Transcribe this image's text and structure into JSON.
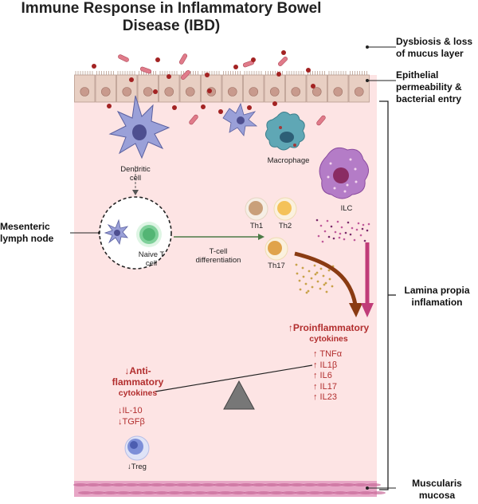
{
  "title": "Immune Response in Inflammatory Bowel Disease (IBD)",
  "side_labels": {
    "dysbiosis": [
      "Dysbiosis & loss",
      "of mucus layer"
    ],
    "epithelial": [
      "Epithelial",
      "permeability &",
      "bacterial entry"
    ],
    "mesenteric": [
      "Mesenteric",
      "lymph node"
    ],
    "lamina": [
      "Lamina propia",
      "inflamation"
    ],
    "muscularis": [
      "Muscularis",
      "mucosa"
    ]
  },
  "cells": {
    "dendritic": [
      "Dendritic",
      "cell"
    ],
    "macrophage": "Macrophage",
    "ilc": "ILC",
    "naive_t": [
      "Naive T",
      "cell"
    ],
    "th1": "Th1",
    "th2": "Th2",
    "th17": "Th17",
    "treg": "↓Treg"
  },
  "process": {
    "differentiation": [
      "T-cell",
      "differentiation"
    ]
  },
  "pro": {
    "heading": [
      "↑Proinflammatory",
      "cytokines"
    ],
    "items": [
      "↑ TNFα",
      "↑ IL1β",
      "↑ IL6",
      "↑ IL17",
      "↑ IL23"
    ]
  },
  "anti": {
    "heading": [
      "↓Anti-",
      "flammatory",
      "cytokines"
    ],
    "items": [
      "↓IL-10",
      "↓TGFβ"
    ]
  },
  "colors": {
    "lamina_bg": "#fde4e4",
    "epithelium": "#e8cfc3",
    "muscle": "#e7a6c6",
    "dendritic": "#9aa0d8",
    "macrophage": "#5fa7b5",
    "ilc": "#b47cc7",
    "naive_t": "#7fd09a",
    "th1": "#c9a07a",
    "th2": "#f4c259",
    "treg": "#7d8fd8",
    "arrow_brown": "#8a3b12",
    "arrow_magenta": "#c03c78",
    "text_red": "#b22e2e",
    "fulcrum": "#777777"
  }
}
